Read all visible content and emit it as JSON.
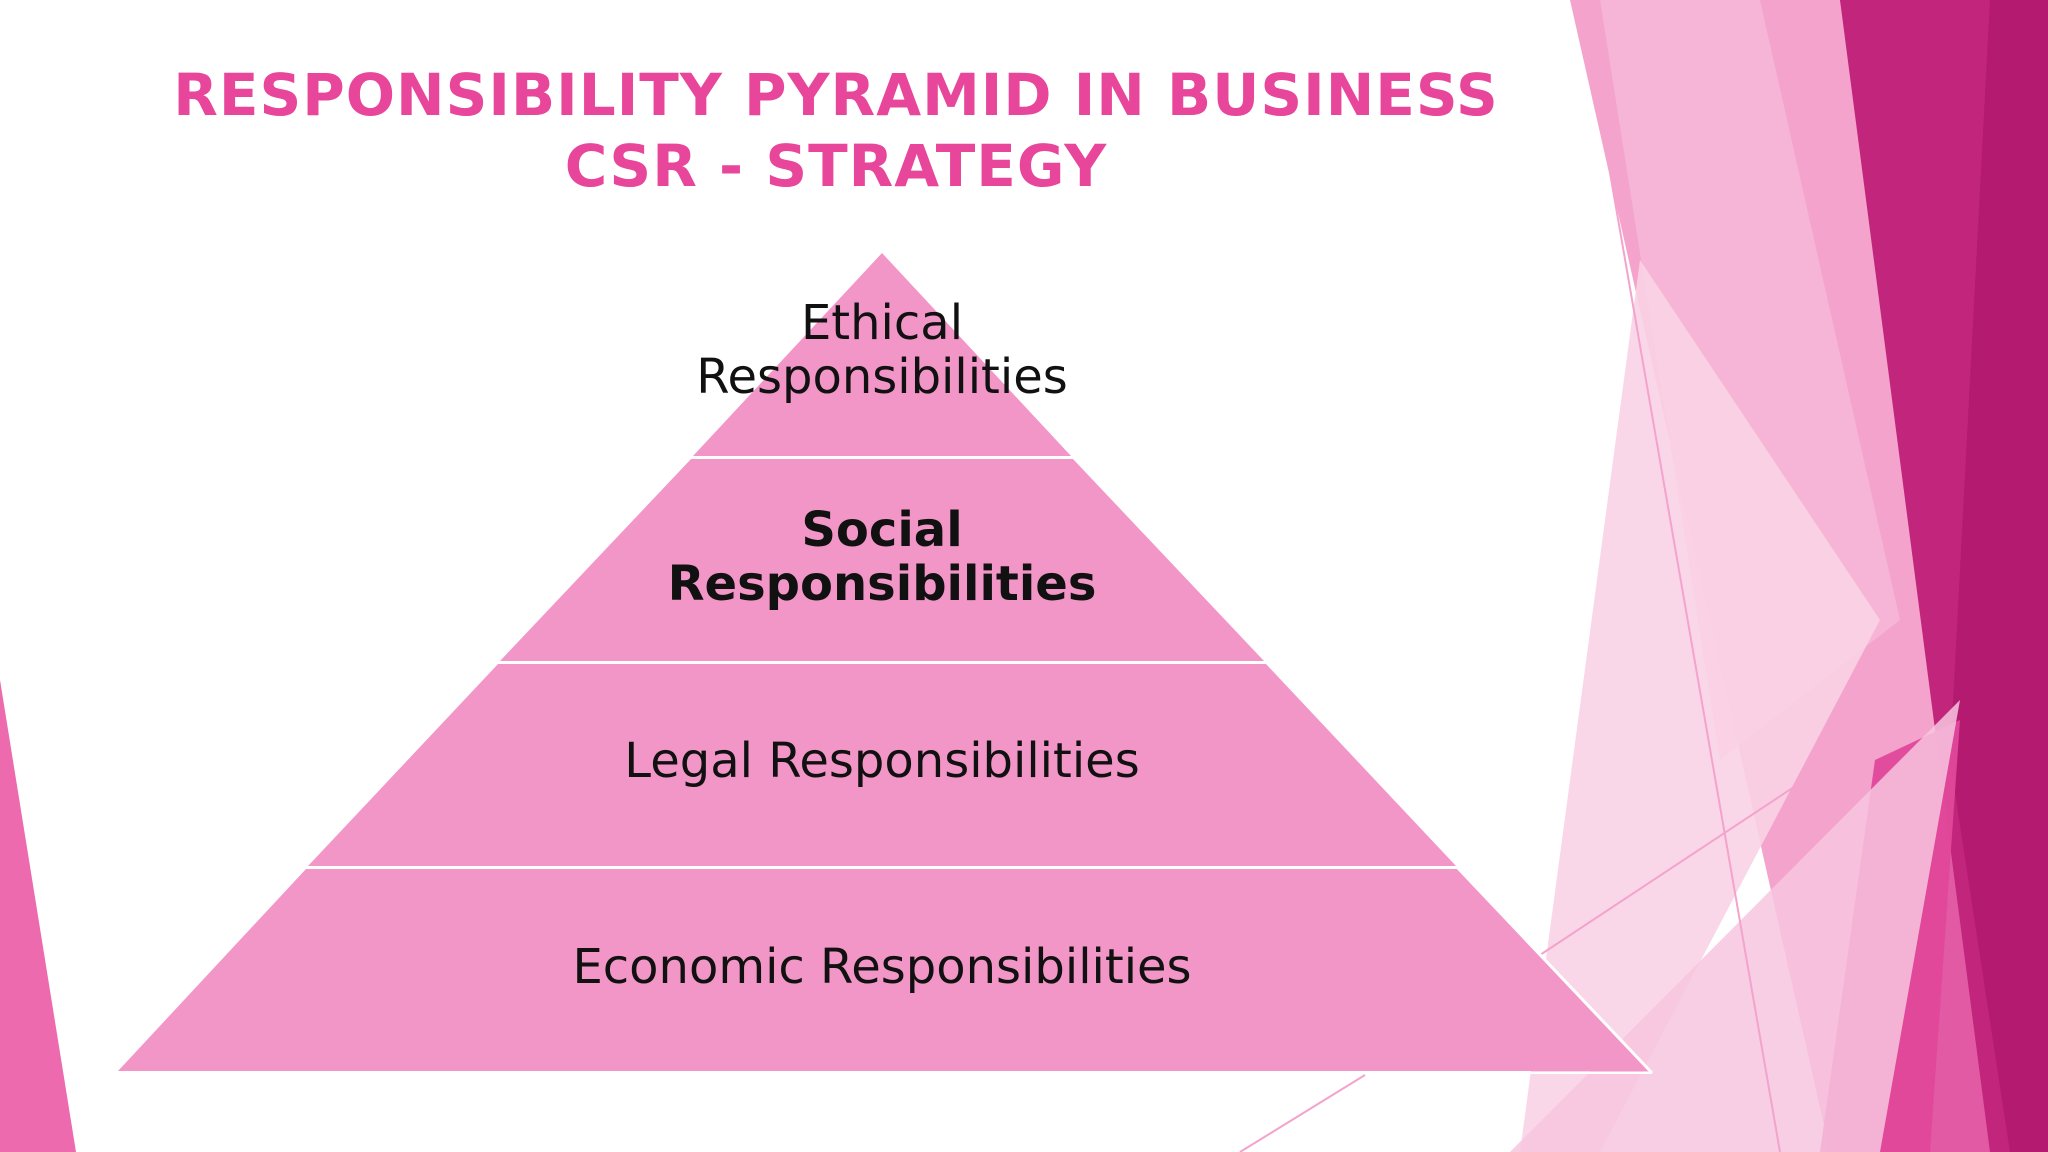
{
  "slide": {
    "title_line_1": "RESPONSIBILITY PYRAMID IN BUSINESS",
    "title_line_2": "CSR - STRATEGY",
    "accent_color": "#e8469b"
  },
  "pyramid": {
    "fill_color": "#f296c8",
    "tiers": [
      {
        "line_1": "Ethical",
        "line_2": "Responsibilities"
      },
      {
        "line_1": "Social",
        "line_2": "Responsibilities"
      },
      {
        "line_1": "Legal Responsibilities"
      },
      {
        "line_1": "Economic Responsibilities"
      }
    ]
  }
}
